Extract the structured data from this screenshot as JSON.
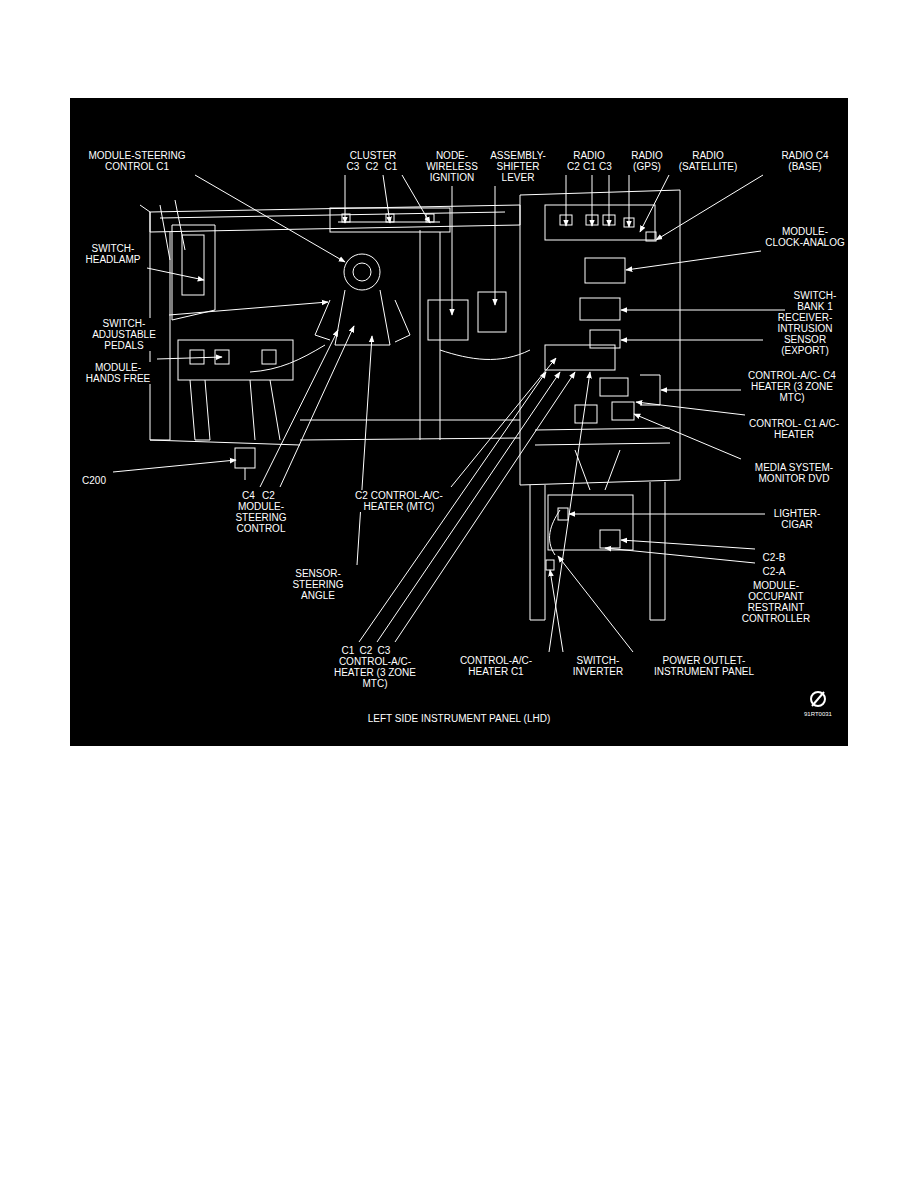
{
  "diagram": {
    "caption": "LEFT SIDE INSTRUMENT PANEL (LHD)",
    "labels": [
      "MODULE-STEERING CONTROL C1",
      "CLUSTER",
      "C3",
      "C2",
      "C1",
      "NODE-WIRELESS IGNITION",
      "ASSEMBLY-SHIFTER LEVER",
      "RADIO",
      "C2",
      "C1",
      "C3",
      "RADIO (GPS)",
      "RADIO (SATELLITE)",
      "RADIO C4 (BASE)",
      "SWITCH-HEADLAMP",
      "MODULE-CLOCK-ANALOG",
      "SWITCH-BANK 1",
      "RECEIVER-INTRUSION SENSOR (EXPORT)",
      "SWITCH-ADJUSTABLE PEDALS",
      "MODULE-HANDS FREE",
      "CONTROL-A/C- C4 HEATER (3 ZONE MTC)",
      "CONTROL- C1 A/C-HEATER",
      "MEDIA SYSTEM-MONITOR DVD",
      "C200",
      "C4",
      "C2",
      "MODULE-STEERING CONTROL",
      "C2 CONTROL-A/C-HEATER (MTC)",
      "LIGHTER-CIGAR",
      "SENSOR-STEERING ANGLE",
      "C2-B",
      "C2-A",
      "MODULE-OCCUPANT RESTRAINT CONTROLLER",
      "C1",
      "C2",
      "C3",
      "CONTROL-A/C-HEATER (3 ZONE MTC)",
      "CONTROL-A/C-HEATER C1",
      "SWITCH-INVERTER",
      "POWER OUTLET-INSTRUMENT PANEL",
      "91RT0031"
    ]
  }
}
